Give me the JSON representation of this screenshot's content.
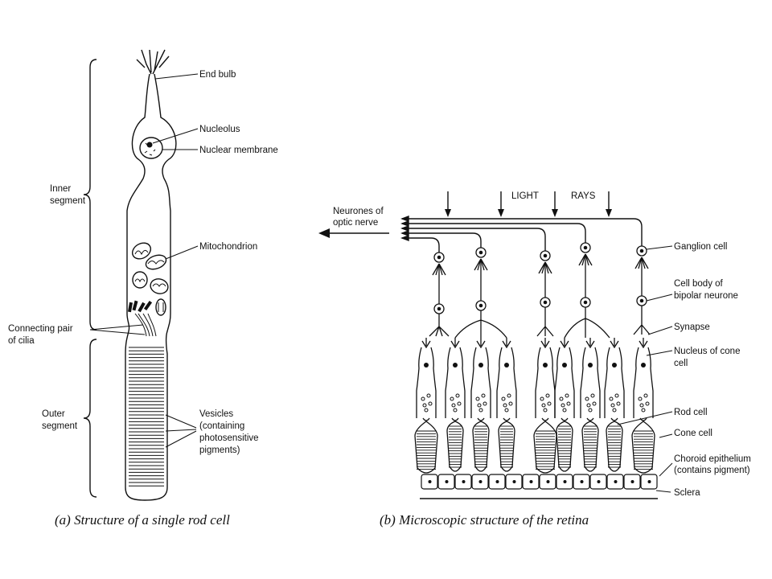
{
  "rod_cell": {
    "labels": {
      "end_bulb": "End bulb",
      "nucleolus": "Nucleolus",
      "nuclear_membrane": "Nuclear membrane",
      "inner_segment_1": "Inner",
      "inner_segment_2": "segment",
      "mitochondrion": "Mitochondrion",
      "connecting_1": "Connecting pair",
      "connecting_2": "of cilia",
      "outer_segment_1": "Outer",
      "outer_segment_2": "segment",
      "vesicles_1": "Vesicles",
      "vesicles_2": "(containing",
      "vesicles_3": "photosensitive",
      "vesicles_4": "pigments)"
    },
    "caption": "(a) Structure of a single rod cell"
  },
  "retina": {
    "labels": {
      "light": "LIGHT",
      "rays": "RAYS",
      "neurones_1": "Neurones of",
      "neurones_2": "optic nerve",
      "ganglion": "Ganglion cell",
      "bipolar_1": "Cell body of",
      "bipolar_2": "bipolar neurone",
      "synapse": "Synapse",
      "cone_nucleus_1": "Nucleus of cone",
      "cone_nucleus_2": "cell",
      "rod_cell": "Rod cell",
      "cone_cell": "Cone cell",
      "choroid_1": "Choroid epithelium",
      "choroid_2": "(contains pigment)",
      "sclera": "Sclera"
    },
    "caption": "(b) Microscopic structure of the retina"
  }
}
